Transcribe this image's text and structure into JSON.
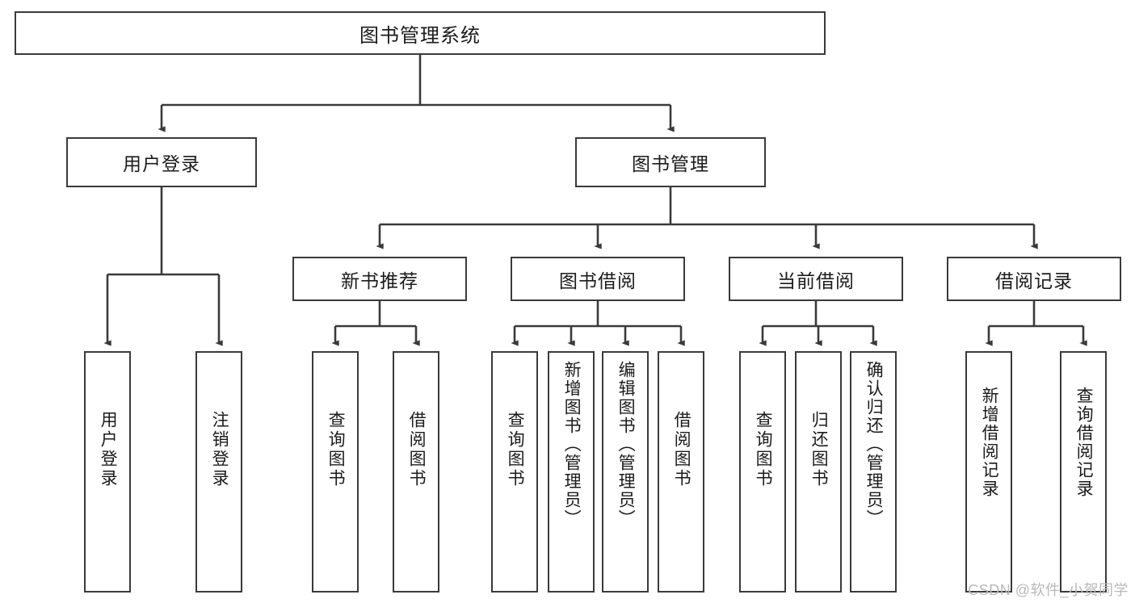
{
  "diagram": {
    "type": "tree",
    "title": "图书管理系统",
    "watermark": "CSDN @软件_小贺同学",
    "colors": {
      "box_border": "#3a3a3a",
      "box_fill": "#ffffff",
      "edge": "#3a3a3a",
      "text": "#1b1b1b",
      "watermark": "#b9b9b9"
    },
    "levels": {
      "level1": [
        {
          "id": "root",
          "label": "图书管理系统",
          "orientation": "horizontal"
        }
      ],
      "level2": [
        {
          "id": "user-login",
          "label": "用户登录",
          "orientation": "horizontal"
        },
        {
          "id": "book-management",
          "label": "图书管理",
          "orientation": "horizontal"
        }
      ],
      "level3": [
        {
          "id": "new-book-recommend",
          "label": "新书推荐",
          "orientation": "horizontal"
        },
        {
          "id": "book-borrow",
          "label": "图书借阅",
          "orientation": "horizontal"
        },
        {
          "id": "current-borrow",
          "label": "当前借阅",
          "orientation": "horizontal"
        },
        {
          "id": "borrow-record",
          "label": "借阅记录",
          "orientation": "horizontal"
        }
      ],
      "level4": [
        {
          "id": "leaf-user-login",
          "label": "用户登录",
          "parent": "user-login",
          "orientation": "vertical"
        },
        {
          "id": "leaf-logout-login",
          "label": "注销登录",
          "parent": "user-login",
          "orientation": "vertical"
        },
        {
          "id": "leaf-query-book-1",
          "label": "查询图书",
          "parent": "new-book-recommend",
          "orientation": "vertical"
        },
        {
          "id": "leaf-borrow-book-1",
          "label": "借阅图书",
          "parent": "new-book-recommend",
          "orientation": "vertical"
        },
        {
          "id": "leaf-query-book-2",
          "label": "查询图书",
          "parent": "book-borrow",
          "orientation": "vertical"
        },
        {
          "id": "leaf-add-book",
          "label": "新增图书（管理员）",
          "parent": "book-borrow",
          "orientation": "vertical"
        },
        {
          "id": "leaf-edit-book",
          "label": "编辑图书（管理员）",
          "parent": "book-borrow",
          "orientation": "vertical"
        },
        {
          "id": "leaf-borrow-book-2",
          "label": "借阅图书",
          "parent": "book-borrow",
          "orientation": "vertical"
        },
        {
          "id": "leaf-query-book-3",
          "label": "查询图书",
          "parent": "current-borrow",
          "orientation": "vertical"
        },
        {
          "id": "leaf-return-book",
          "label": "归还图书",
          "parent": "current-borrow",
          "orientation": "vertical"
        },
        {
          "id": "leaf-confirm-return",
          "label": "确认归还（管理员）",
          "parent": "current-borrow",
          "orientation": "vertical"
        },
        {
          "id": "leaf-add-record",
          "label": "新增借阅记录",
          "parent": "borrow-record",
          "orientation": "vertical"
        },
        {
          "id": "leaf-query-record",
          "label": "查询借阅记录",
          "parent": "borrow-record",
          "orientation": "vertical"
        }
      ]
    }
  }
}
